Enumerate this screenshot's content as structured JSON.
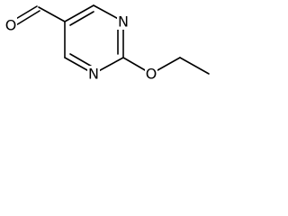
{
  "molecule": {
    "atoms": [
      {
        "id": "o_aldehyde",
        "label": "O"
      },
      {
        "id": "n_top",
        "label": "N"
      },
      {
        "id": "n_bottom",
        "label": "N"
      },
      {
        "id": "o_ether",
        "label": "O"
      }
    ]
  },
  "colors": {
    "bond": "#000000",
    "text": "#000000",
    "background": "#ffffff"
  }
}
